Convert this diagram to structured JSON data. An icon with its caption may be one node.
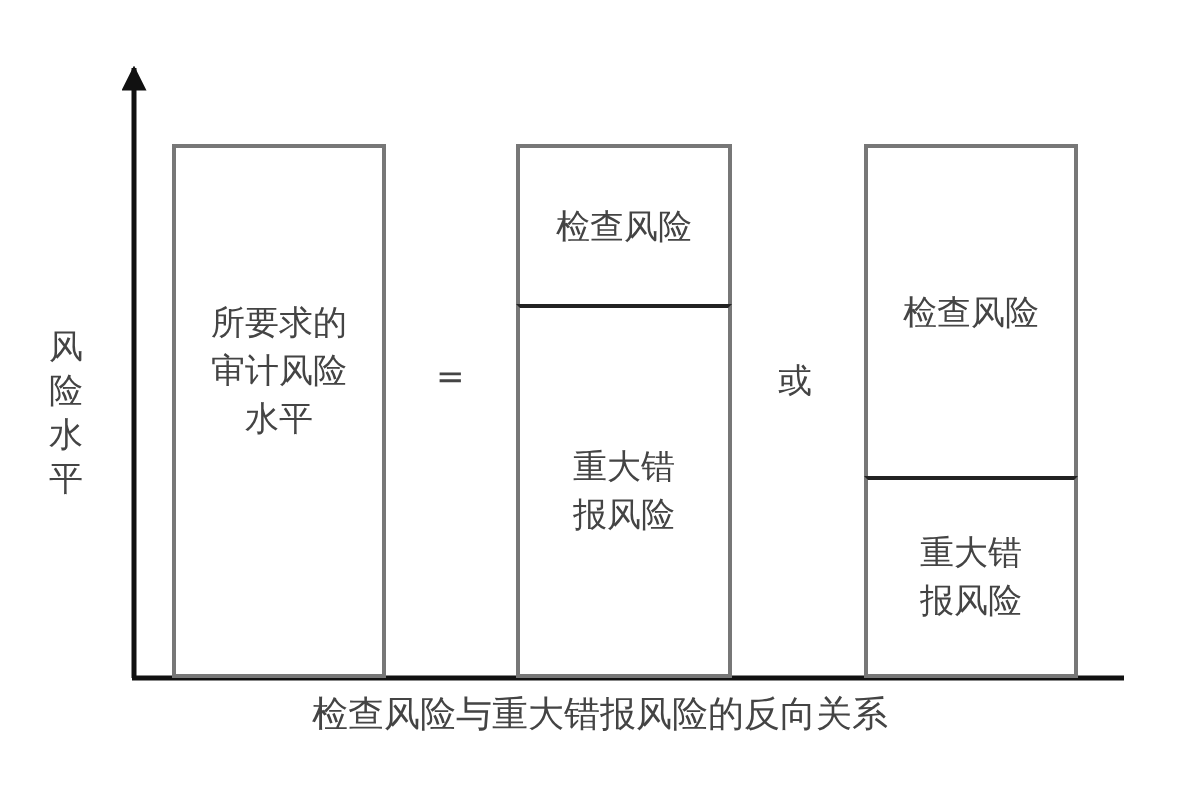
{
  "diagram": {
    "caption": "检查风险与重大错报风险的反向关系",
    "nodes": [
      {
        "text": [
          "所要求的审计风险水平"
        ]
      },
      {
        "text": [
          "检查风险"
        ]
      },
      {
        "text": [
          "重大错报风险"
        ]
      },
      {
        "text": [
          "检查风险"
        ]
      },
      {
        "text": [
          "重大错报风险"
        ]
      }
    ],
    "labels": [
      "风险水平",
      "=",
      "或"
    ]
  }
}
